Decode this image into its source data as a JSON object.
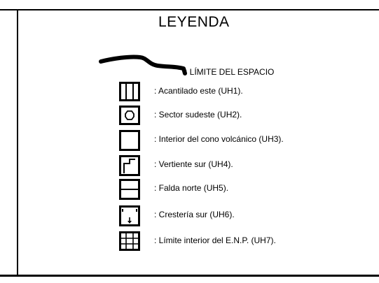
{
  "title": "LEYENDA",
  "items": [
    {
      "symbol": "boundary-stroke",
      "label": ": LÍMITE DEL ESPACIO"
    },
    {
      "symbol": "box-vertical-lines",
      "label": ": Acantilado este (UH1)."
    },
    {
      "symbol": "box-octagon",
      "label": ": Sector sudeste (UH2)."
    },
    {
      "symbol": "box-empty",
      "label": ": Interior del cono volcánico (UH3)."
    },
    {
      "symbol": "box-step",
      "label": ": Vertiente sur (UH4)."
    },
    {
      "symbol": "box-horizontal-line",
      "label": ": Falda norte (UH5)."
    },
    {
      "symbol": "box-corners-arrow",
      "label": ": Crestería sur (UH6)."
    },
    {
      "symbol": "box-grid",
      "label": ": Límite interior del E.N.P. (UH7)."
    }
  ]
}
